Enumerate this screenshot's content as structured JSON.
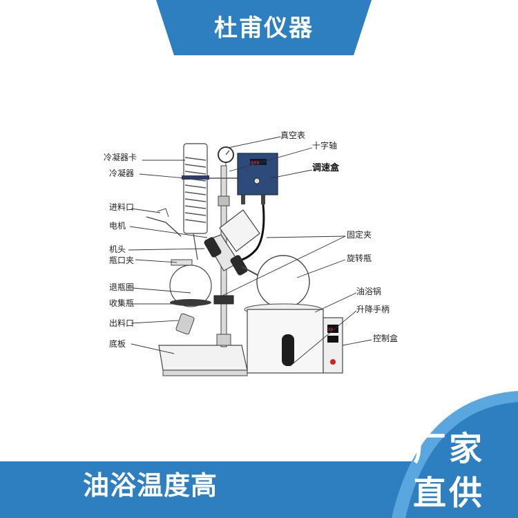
{
  "banner": {
    "title": "杜甫仪器"
  },
  "labels": {
    "l1": "冷凝器卡",
    "l2": "冷凝器",
    "l3": "进料口",
    "l4": "电机",
    "l5": "机头",
    "l6": "瓶口夹",
    "l7": "退瓶圈",
    "l8": "收集瓶",
    "l9": "出料口",
    "l10": "底板",
    "r1": "真空表",
    "r2": "十字轴",
    "r3": "调速盒",
    "r4": "固定夹",
    "r5": "旋转瓶",
    "r6": "油浴锅",
    "r7": "升降手柄",
    "r8": "控制盒"
  },
  "footer": {
    "caption": "油浴温度高"
  },
  "badge": {
    "line1": "厂家",
    "line2": "直供"
  },
  "colors": {
    "brand_blue": "#2e7fc0",
    "accent_light": "#5aa7df"
  }
}
